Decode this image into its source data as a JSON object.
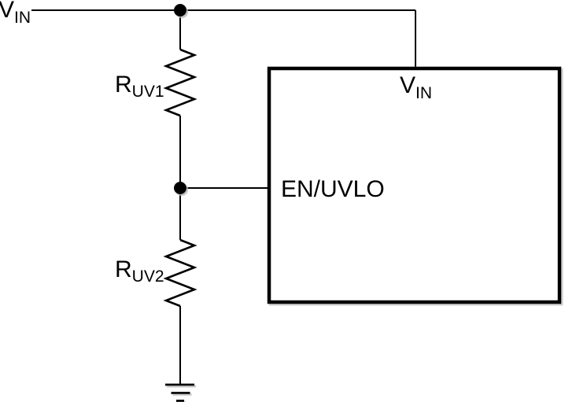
{
  "canvas": {
    "background": "#ffffff",
    "line_color": "#000000",
    "shadow_color": "#bbbbbb"
  },
  "labels": {
    "vin_source": {
      "main": "V",
      "sub": "IN"
    },
    "r_uv1": {
      "main": "R",
      "sub": "UV1"
    },
    "r_uv2": {
      "main": "R",
      "sub": "UV2"
    },
    "en_uvlo_pin": "EN/UVLO",
    "vin_pin": {
      "main": "V",
      "sub": "IN"
    }
  }
}
